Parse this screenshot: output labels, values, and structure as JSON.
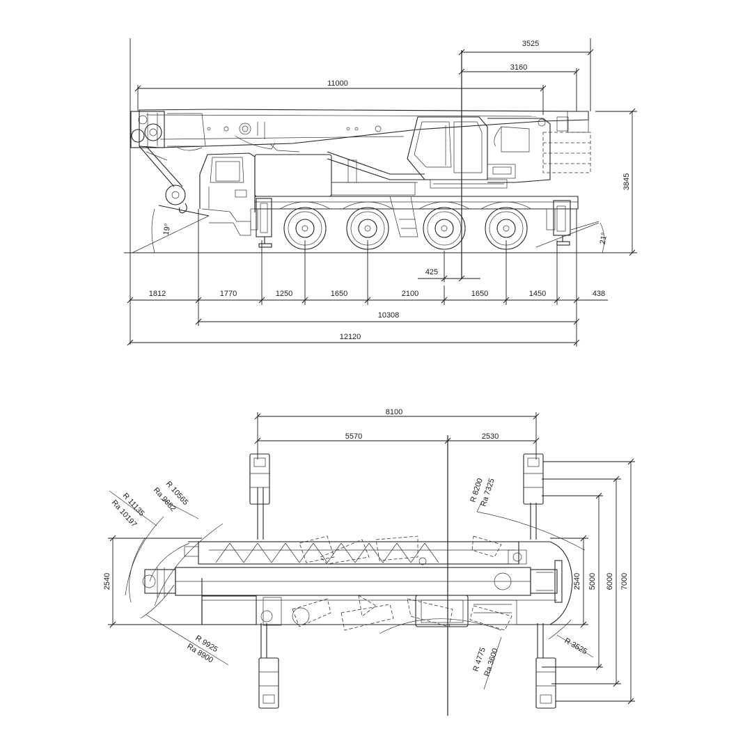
{
  "side_view": {
    "overall_top": "3525",
    "upper_top": "3160",
    "boom_length": "11000",
    "height": "3845",
    "front_angle": "19°",
    "rear_angle": "21°",
    "center_offset": "425",
    "segments": [
      "1812",
      "1770",
      "1250",
      "1650",
      "2100",
      "1650",
      "1450",
      "438"
    ],
    "wheelbase_total": "10308",
    "overall_length": "12120"
  },
  "top_view": {
    "outrigger_span": "8100",
    "front_span": "5570",
    "rear_span": "2530",
    "widths_right": [
      "2540",
      "5000",
      "6000",
      "7000"
    ],
    "width_left": "2540",
    "radii": {
      "r_outer_front": "R 11135",
      "ra_outer_front": "Ra 10197",
      "r_mid_front": "R 10565",
      "ra_mid_front": "Ra 9682",
      "r_inner_front": "R 9925",
      "ra_inner_front": "Ra 8900",
      "r_upper_rear": "R 8200",
      "ra_upper_rear": "Ra 7325",
      "r_lower_rear": "R 4775",
      "ra_lower_rear": "Ra 3600",
      "r_tail": "R 3525"
    }
  }
}
